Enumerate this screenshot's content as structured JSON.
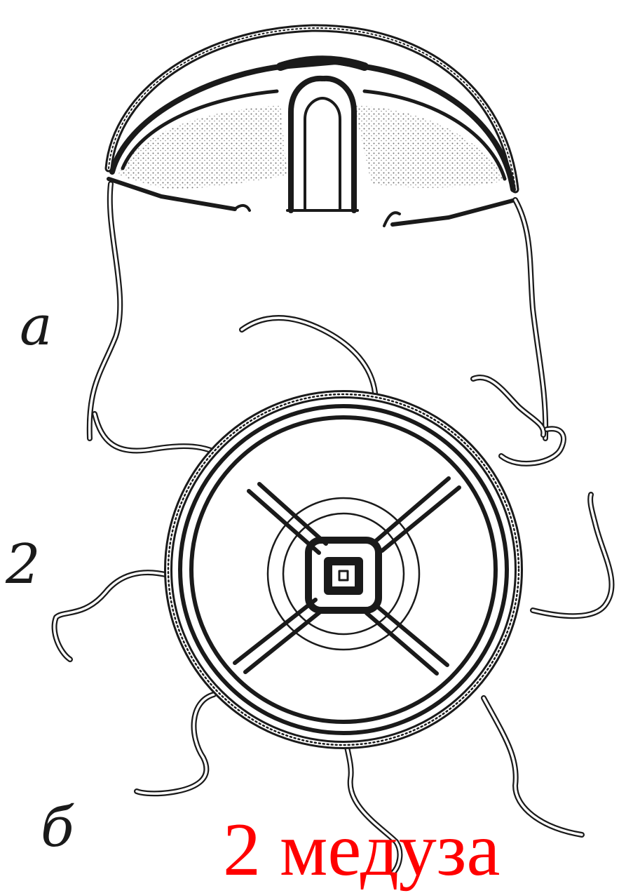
{
  "labels": {
    "view_a": "а",
    "number": "2",
    "view_b": "б"
  },
  "caption": {
    "text": "2 медуза",
    "color": "#ff0000"
  },
  "colors": {
    "ink": "#1a1a1a",
    "stipple": "#777777",
    "background": "#ffffff"
  }
}
